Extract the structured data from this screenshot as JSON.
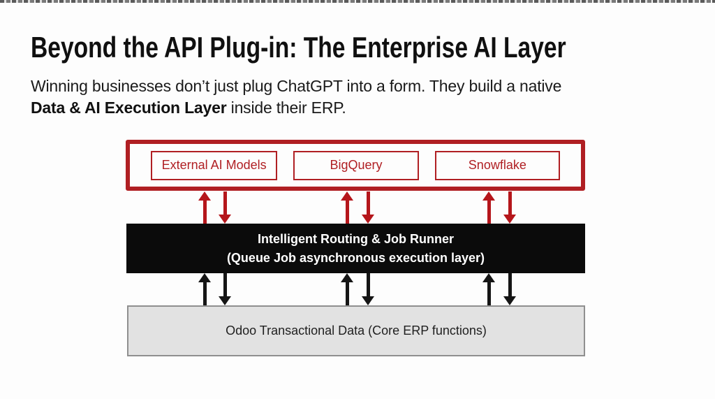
{
  "slide": {
    "title": "Beyond the API Plug-in: The Enterprise AI Layer",
    "subtitle_line1": "Winning businesses don’t just plug ChatGPT into a form. They build a native",
    "subtitle_bold": "Data & AI Execution Layer",
    "subtitle_rest": " inside their ERP."
  },
  "diagram": {
    "external_layer": {
      "items": [
        {
          "label": "External AI Models"
        },
        {
          "label": "BigQuery"
        },
        {
          "label": "Snowflake"
        }
      ],
      "border_color": "#b01f23"
    },
    "middle_layer": {
      "line1": "Intelligent Routing & Job Runner",
      "line2": "(Queue Job asynchronous execution layer)",
      "bg_color": "#0b0b0b",
      "text_color": "#ffffff"
    },
    "bottom_layer": {
      "label": "Odoo Transactional Data (Core ERP functions)",
      "bg_color": "#e2e2e2"
    },
    "arrow_colors": {
      "red": "#b5161b",
      "black": "#151515"
    }
  }
}
